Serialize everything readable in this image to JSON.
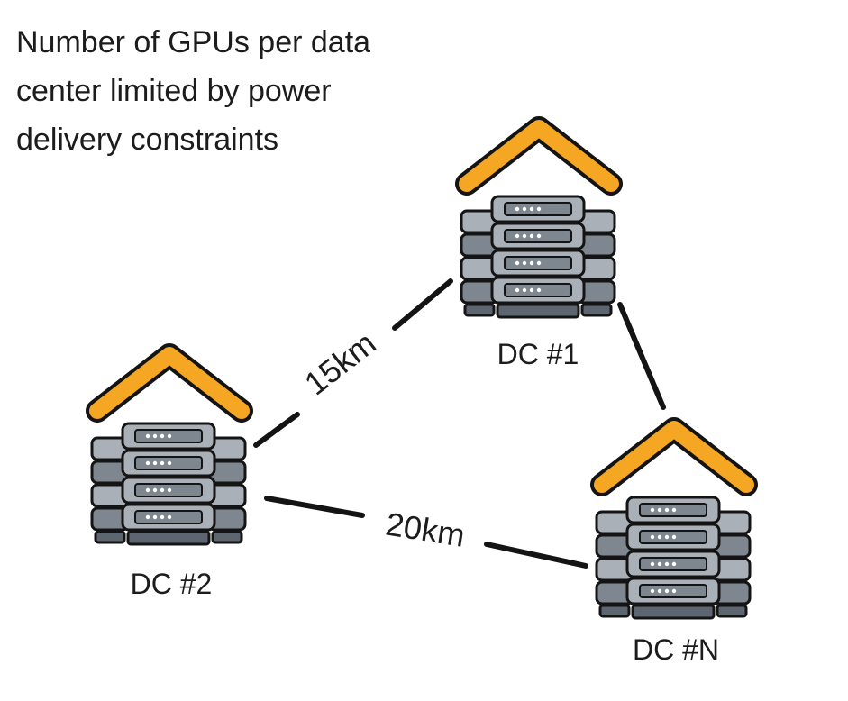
{
  "title_lines": [
    "Number of GPUs per data",
    "center limited by power",
    "delivery constraints"
  ],
  "colors": {
    "roof": "#f5a623",
    "roof_outline": "#141414",
    "rack_light": "#a9b0b8",
    "rack_dark": "#7e868f",
    "rack_base": "#5d6670",
    "outline": "#141414",
    "line": "#141414",
    "background": "#ffffff"
  },
  "nodes": [
    {
      "id": "dc1",
      "label": "DC #1"
    },
    {
      "id": "dc2",
      "label": "DC #2"
    },
    {
      "id": "dcN",
      "label": "DC #N"
    }
  ],
  "edges": [
    {
      "from": "dc2",
      "to": "dc1",
      "label": "15km"
    },
    {
      "from": "dc2",
      "to": "dcN",
      "label": "20km"
    },
    {
      "from": "dc1",
      "to": "dcN",
      "label": ""
    }
  ]
}
